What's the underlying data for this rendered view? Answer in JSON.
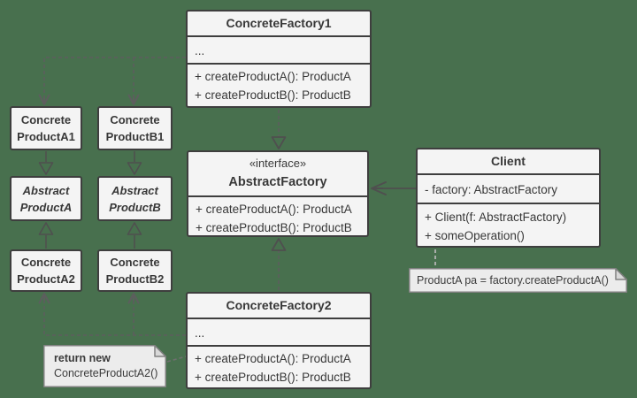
{
  "diagram": {
    "kind": "uml-class-diagram",
    "pattern": "Abstract Factory"
  },
  "colors": {
    "background": "#48704E",
    "box_fill": "#F4F4F4",
    "box_border": "#3E3E3E",
    "note_fill": "#ECECEC",
    "note_border": "#808080",
    "connector": "#5D5E5E",
    "text": "#383838"
  },
  "classes": {
    "concrete_factory_1": {
      "title": "ConcreteFactory1",
      "ellipsis": "...",
      "methods": [
        "+ createProductA(): ProductA",
        "+ createProductB(): ProductB"
      ]
    },
    "abstract_factory": {
      "stereotype": "«interface»",
      "title": "AbstractFactory",
      "methods": [
        "+ createProductA(): ProductA",
        "+ createProductB(): ProductB"
      ]
    },
    "concrete_factory_2": {
      "title": "ConcreteFactory2",
      "ellipsis": "...",
      "methods": [
        "+ createProductA(): ProductA",
        "+ createProductB(): ProductB"
      ]
    },
    "client": {
      "title": "Client",
      "attributes": [
        "- factory: AbstractFactory"
      ],
      "methods": [
        "+ Client(f: AbstractFactory)",
        "+ someOperation()"
      ]
    },
    "concrete_product_a1": {
      "title": "Concrete\nProductA1"
    },
    "concrete_product_b1": {
      "title": "Concrete\nProductB1"
    },
    "abstract_product_a": {
      "title": "Abstract\nProductA"
    },
    "abstract_product_b": {
      "title": "Abstract\nProductB"
    },
    "concrete_product_a2": {
      "title": "Concrete\nProductA2"
    },
    "concrete_product_b2": {
      "title": "Concrete\nProductB2"
    }
  },
  "notes": {
    "client_note": {
      "text": "ProductA pa = factory.createProductA()"
    },
    "factory2_note": {
      "text_bold": "return new",
      "text_rest": "ConcreteProductA2()"
    }
  }
}
